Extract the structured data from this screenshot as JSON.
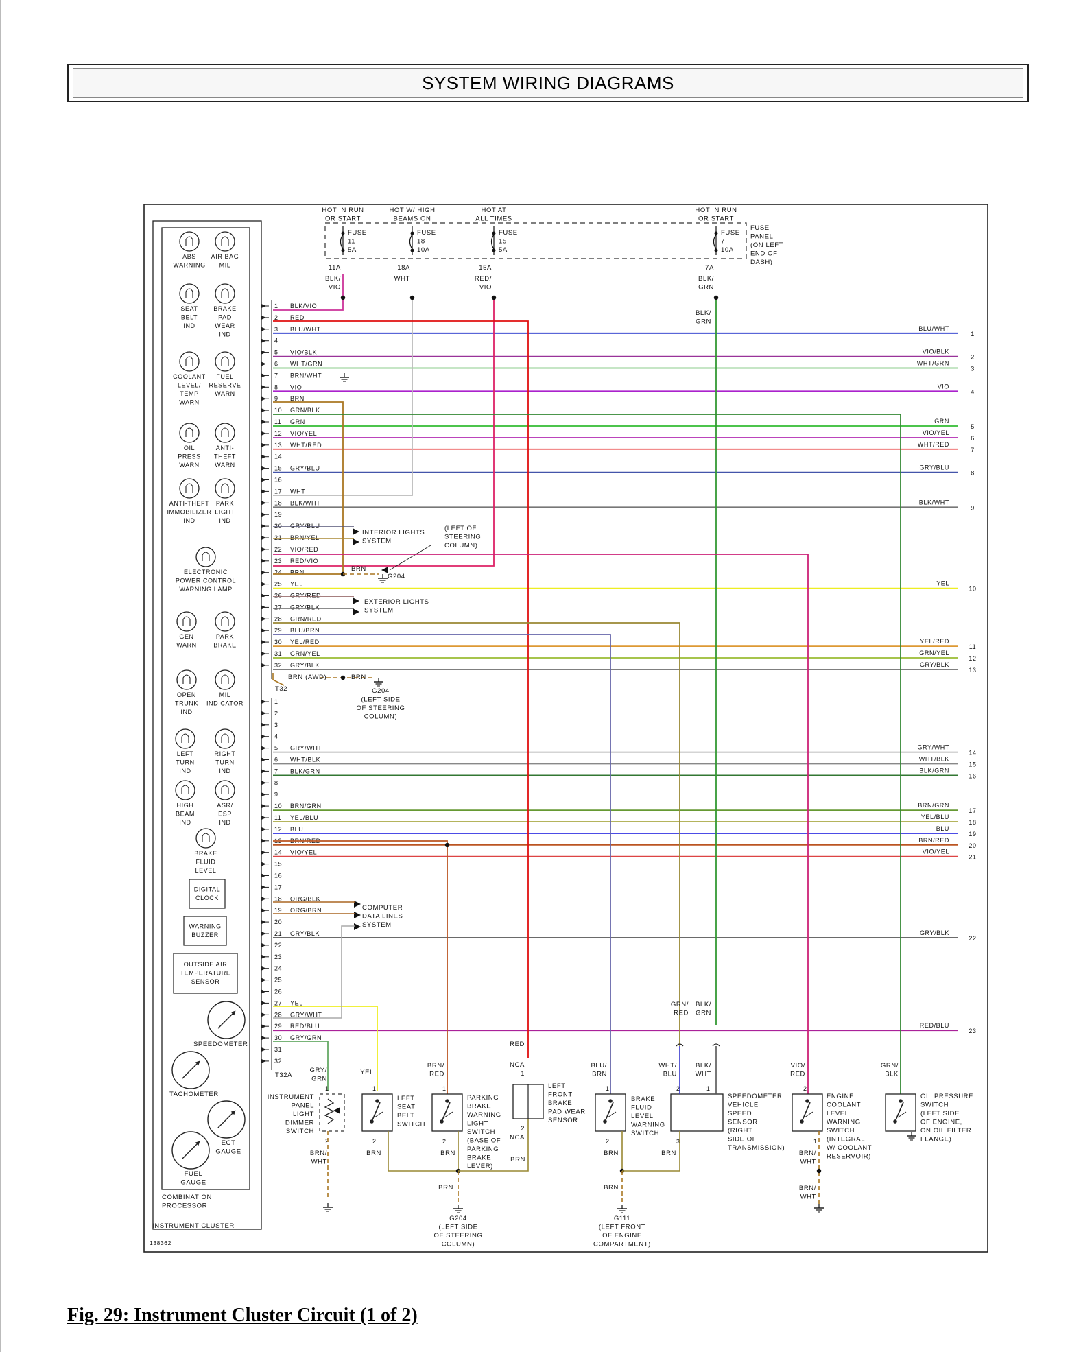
{
  "header": {
    "title": "SYSTEM WIRING DIAGRAMS"
  },
  "figure_caption": "Fig. 29: Instrument Cluster Circuit (1 of 2)",
  "diagram_id": "138362",
  "cluster": {
    "box_label": "INSTRUMENT CLUSTER",
    "processor_label": [
      "COMBINATION",
      "PROCESSOR"
    ],
    "indicators": [
      {
        "lines": [
          "ABS",
          "WARNING"
        ]
      },
      {
        "lines": [
          "AIR BAG",
          "MIL"
        ]
      },
      {
        "lines": [
          "SEAT",
          "BELT",
          "IND"
        ]
      },
      {
        "lines": [
          "BRAKE",
          "PAD",
          "WEAR",
          "IND"
        ]
      },
      {
        "lines": [
          "COOLANT",
          "LEVEL/",
          "TEMP",
          "WARN"
        ]
      },
      {
        "lines": [
          "FUEL",
          "RESERVE",
          "WARN"
        ]
      },
      {
        "lines": [
          "OIL",
          "PRESS",
          "WARN"
        ]
      },
      {
        "lines": [
          "ANTI-",
          "THEFT",
          "WARN"
        ]
      },
      {
        "lines": [
          "ANTI-THEFT",
          "IMMOBILIZER",
          "IND"
        ]
      },
      {
        "lines": [
          "PARK",
          "LIGHT",
          "IND"
        ]
      },
      {
        "lines": [
          "ELECTRONIC",
          "POWER CONTROL",
          "WARNING LAMP"
        ]
      },
      {
        "lines": [
          "GEN",
          "WARN"
        ]
      },
      {
        "lines": [
          "PARK",
          "BRAKE"
        ]
      },
      {
        "lines": [
          "OPEN",
          "TRUNK",
          "IND"
        ]
      },
      {
        "lines": [
          "MIL",
          "INDICATOR"
        ]
      },
      {
        "lines": [
          "LEFT",
          "TURN",
          "IND"
        ]
      },
      {
        "lines": [
          "RIGHT",
          "TURN",
          "IND"
        ]
      },
      {
        "lines": [
          "HIGH",
          "BEAM",
          "IND"
        ]
      },
      {
        "lines": [
          "ASR/",
          "ESP",
          "IND"
        ]
      },
      {
        "lines": [
          "BRAKE",
          "FLUID",
          "LEVEL"
        ]
      }
    ],
    "boxes": [
      {
        "lines": [
          "DIGITAL",
          "CLOCK"
        ]
      },
      {
        "lines": [
          "WARNING",
          "BUZZER"
        ]
      },
      {
        "lines": [
          "OUTSIDE AIR",
          "TEMPERATURE",
          "SENSOR"
        ]
      }
    ],
    "gauges": [
      "SPEEDOMETER",
      "TACHOMETER",
      "ECT GAUGE",
      "FUEL GAUGE"
    ]
  },
  "fuse_panel": {
    "label": [
      "FUSE",
      "PANEL",
      "(ON LEFT",
      "END OF",
      "DASH)"
    ],
    "fuses": [
      {
        "header": [
          "HOT IN RUN",
          "OR START"
        ],
        "fuse": [
          "FUSE",
          "11",
          "5A"
        ],
        "term": "11A",
        "wire": [
          "BLK/",
          "VIO"
        ]
      },
      {
        "header": [
          "HOT W/ HIGH",
          "BEAMS ON"
        ],
        "fuse": [
          "FUSE",
          "18",
          "10A"
        ],
        "term": "18A",
        "wire": [
          "WHT"
        ]
      },
      {
        "header": [
          "HOT AT",
          "ALL TIMES"
        ],
        "fuse": [
          "FUSE",
          "15",
          "5A"
        ],
        "term": "15A",
        "wire": [
          "RED/",
          "VIO"
        ]
      },
      {
        "header": [
          "HOT IN RUN",
          "OR START"
        ],
        "fuse": [
          "FUSE",
          "7",
          "10A"
        ],
        "term": "7A",
        "wire": [
          "BLK/",
          "GRN"
        ]
      }
    ]
  },
  "connectors": {
    "upper": "T32",
    "lower": "T32A"
  },
  "upper_pins": [
    {
      "pin": "1",
      "label": "BLK/VIO",
      "color": "#cc3399"
    },
    {
      "pin": "2",
      "label": "RED",
      "color": "#e01010"
    },
    {
      "pin": "3",
      "label": "BLU/WHT",
      "color": "#2233cc",
      "right": "BLU/WHT",
      "ref": "1"
    },
    {
      "pin": "4",
      "label": "",
      "color": ""
    },
    {
      "pin": "5",
      "label": "VIO/BLK",
      "color": "#993399",
      "right": "VIO/BLK",
      "ref": "2"
    },
    {
      "pin": "6",
      "label": "WHT/GRN",
      "color": "#66bb66",
      "right": "WHT/GRN",
      "ref": "3"
    },
    {
      "pin": "7",
      "label": "BRN/WHT",
      "color": "#996633"
    },
    {
      "pin": "8",
      "label": "VIO",
      "color": "#aa22cc",
      "right": "VIO",
      "ref": "4"
    },
    {
      "pin": "9",
      "label": "BRN",
      "color": "#aa7722"
    },
    {
      "pin": "10",
      "label": "GRN/BLK",
      "color": "#338833"
    },
    {
      "pin": "11",
      "label": "GRN",
      "color": "#33bb33",
      "right": "GRN",
      "ref": "5"
    },
    {
      "pin": "12",
      "label": "VIO/YEL",
      "color": "#bb44bb",
      "right": "VIO/YEL",
      "ref": "6"
    },
    {
      "pin": "13",
      "label": "WHT/RED",
      "color": "#ee6666",
      "right": "WHT/RED",
      "ref": "7"
    },
    {
      "pin": "14",
      "label": "",
      "color": ""
    },
    {
      "pin": "15",
      "label": "GRY/BLU",
      "color": "#4455aa",
      "right": "GRY/BLU",
      "ref": "8"
    },
    {
      "pin": "16",
      "label": "",
      "color": ""
    },
    {
      "pin": "17",
      "label": "WHT",
      "color": "#bbbbbb"
    },
    {
      "pin": "18",
      "label": "BLK/WHT",
      "color": "#777777",
      "right": "BLK/WHT",
      "ref": "9"
    },
    {
      "pin": "19",
      "label": "",
      "color": ""
    },
    {
      "pin": "20",
      "label": "GRY/BLU",
      "color": "#555577"
    },
    {
      "pin": "21",
      "label": "BRN/YEL",
      "color": "#aa8833"
    },
    {
      "pin": "22",
      "label": "VIO/RED",
      "color": "#cc2277"
    },
    {
      "pin": "23",
      "label": "RED/VIO",
      "color": "#dd2266"
    },
    {
      "pin": "24",
      "label": "BRN",
      "color": "#aa7722"
    },
    {
      "pin": "25",
      "label": "YEL",
      "color": "#eeee22",
      "right": "YEL",
      "ref": "10"
    },
    {
      "pin": "26",
      "label": "GRY/RED",
      "color": "#885555"
    },
    {
      "pin": "27",
      "label": "GRY/BLK",
      "color": "#666666"
    },
    {
      "pin": "28",
      "label": "GRN/RED",
      "color": "#998833"
    },
    {
      "pin": "29",
      "label": "BLU/BRN",
      "color": "#555599"
    },
    {
      "pin": "30",
      "label": "YEL/RED",
      "color": "#dd9933",
      "right": "YEL/RED",
      "ref": "11"
    },
    {
      "pin": "31",
      "label": "GRN/YEL",
      "color": "#99bb33",
      "right": "GRN/YEL",
      "ref": "12"
    },
    {
      "pin": "32",
      "label": "GRY/BLK",
      "color": "#555555",
      "right": "GRY/BLK",
      "ref": "13"
    }
  ],
  "lower_pins": [
    {
      "pin": "1",
      "label": "",
      "color": ""
    },
    {
      "pin": "2",
      "label": "",
      "color": ""
    },
    {
      "pin": "3",
      "label": "",
      "color": ""
    },
    {
      "pin": "4",
      "label": "",
      "color": ""
    },
    {
      "pin": "5",
      "label": "GRY/WHT",
      "color": "#aaaaaa",
      "right": "GRY/WHT",
      "ref": "14"
    },
    {
      "pin": "6",
      "label": "WHT/BLK",
      "color": "#888888",
      "right": "WHT/BLK",
      "ref": "15"
    },
    {
      "pin": "7",
      "label": "BLK/GRN",
      "color": "#337733",
      "right": "BLK/GRN",
      "ref": "16"
    },
    {
      "pin": "8",
      "label": "",
      "color": ""
    },
    {
      "pin": "9",
      "label": "",
      "color": ""
    },
    {
      "pin": "10",
      "label": "BRN/GRN",
      "color": "#669933",
      "right": "BRN/GRN",
      "ref": "17"
    },
    {
      "pin": "11",
      "label": "YEL/BLU",
      "color": "#aaaa44",
      "right": "YEL/BLU",
      "ref": "18"
    },
    {
      "pin": "12",
      "label": "BLU",
      "color": "#1111dd",
      "right": "BLU",
      "ref": "19"
    },
    {
      "pin": "13",
      "label": "BRN/RED",
      "color": "#bb5522",
      "right": "BRN/RED",
      "ref": "20"
    },
    {
      "pin": "14",
      "label": "VIO/YEL",
      "color": "#dd4444",
      "right": "VIO/YEL",
      "ref": "21"
    },
    {
      "pin": "15",
      "label": "",
      "color": ""
    },
    {
      "pin": "16",
      "label": "",
      "color": ""
    },
    {
      "pin": "17",
      "label": "",
      "color": ""
    },
    {
      "pin": "18",
      "label": "ORG/BLK",
      "color": "#aa6622"
    },
    {
      "pin": "19",
      "label": "ORG/BRN",
      "color": "#aa6622"
    },
    {
      "pin": "20",
      "label": "",
      "color": ""
    },
    {
      "pin": "21",
      "label": "GRY/BLK",
      "color": "#555555",
      "right": "GRY/BLK",
      "ref": "22"
    },
    {
      "pin": "22",
      "label": "",
      "color": ""
    },
    {
      "pin": "23",
      "label": "",
      "color": ""
    },
    {
      "pin": "24",
      "label": "",
      "color": ""
    },
    {
      "pin": "25",
      "label": "",
      "color": ""
    },
    {
      "pin": "26",
      "label": "",
      "color": ""
    },
    {
      "pin": "27",
      "label": "YEL",
      "color": "#eeee22"
    },
    {
      "pin": "28",
      "label": "GRY/WHT",
      "color": "#aaaaaa"
    },
    {
      "pin": "29",
      "label": "RED/BLU",
      "color": "#aa2299",
      "right": "RED/BLU",
      "ref": "23"
    },
    {
      "pin": "30",
      "label": "GRY/GRN",
      "color": "#66aa66"
    },
    {
      "pin": "31",
      "label": "",
      "color": ""
    },
    {
      "pin": "32",
      "label": "",
      "color": ""
    }
  ],
  "systems": {
    "interior": [
      "INTERIOR LIGHTS",
      "SYSTEM"
    ],
    "exterior": [
      "EXTERIOR LIGHTS",
      "SYSTEM"
    ],
    "computer": [
      "COMPUTER",
      "DATA LINES",
      "SYSTEM"
    ],
    "steering_note": [
      "(LEFT OF",
      "STEERING",
      "COLUMN)"
    ]
  },
  "ground_labels": {
    "g204_upper": "G204",
    "brn": "BRN",
    "brn_awd": "BRN   (AWD)",
    "g204_mid": [
      "G204",
      "(LEFT SIDE",
      "OF STEERING",
      "COLUMN)"
    ],
    "g204_bottom": [
      "G204",
      "(LEFT SIDE",
      "OF STEERING",
      "COLUMN)"
    ],
    "g111": [
      "G111",
      "(LEFT FRONT",
      "OF ENGINE",
      "COMPARTMENT)"
    ]
  },
  "components": [
    {
      "name": [
        "INSTRUMENT",
        "PANEL",
        "LIGHT",
        "DIMMER",
        "SWITCH"
      ],
      "top_wire": [
        "GRY/",
        "GRN"
      ],
      "bot_wire": [
        "BRN/",
        "WHT"
      ]
    },
    {
      "name": [
        "LEFT",
        "SEAT",
        "BELT",
        "SWITCH"
      ],
      "top_wire": [
        "YEL"
      ],
      "bot_wire": [
        "BRN"
      ]
    },
    {
      "name": [
        "PARKING",
        "BRAKE",
        "WARNING",
        "LIGHT",
        "SWITCH",
        "(BASE OF",
        "PARKING",
        "BRAKE",
        "LEVER)"
      ],
      "top_wire": [
        "BRN/",
        "RED"
      ],
      "bot_wire": [
        "BRN"
      ]
    },
    {
      "name": [
        "LEFT",
        "FRONT",
        "BRAKE",
        "PAD WEAR",
        "SENSOR"
      ],
      "top_wire": [
        "RED"
      ],
      "bot_wire": [
        "BRN"
      ]
    },
    {
      "name": [
        "BRAKE",
        "FLUID",
        "LEVEL",
        "WARNING",
        "SWITCH"
      ],
      "top_wire": [
        "BLU/",
        "BRN"
      ],
      "bot_wire": [
        "BRN"
      ]
    },
    {
      "name": [
        "SPEEDOMETER",
        "VEHICLE",
        "SPEED",
        "SENSOR",
        "(RIGHT",
        "SIDE OF",
        "TRANSMISSION)"
      ],
      "top_wire": [
        "WHT/",
        "BLU"
      ],
      "bot_wire": [
        "BRN"
      ]
    },
    {
      "name": [
        "ENGINE",
        "COOLANT",
        "LEVEL",
        "WARNING",
        "SWITCH",
        "(INTEGRAL",
        "W/ COOLANT",
        "RESERVOIR)"
      ],
      "top_wire": [
        "VIO/",
        "RED"
      ],
      "bot_wire": [
        "BRN/",
        "WHT"
      ]
    },
    {
      "name": [
        "OIL PRESSURE",
        "SWITCH",
        "(LEFT SIDE",
        "OF ENGINE,",
        "ON OIL FILTER",
        "FLANGE)"
      ],
      "top_wire": [
        "GRN/",
        "BLK"
      ]
    }
  ],
  "misc_labels": {
    "nca": "NCA",
    "grn_red": [
      "GRN/",
      "RED"
    ],
    "blk_grn": [
      "BLK/",
      "GRN"
    ],
    "blk_wht": [
      "BLK/",
      "WHT"
    ],
    "brn_wht": [
      "BRN/",
      "WHT"
    ]
  }
}
